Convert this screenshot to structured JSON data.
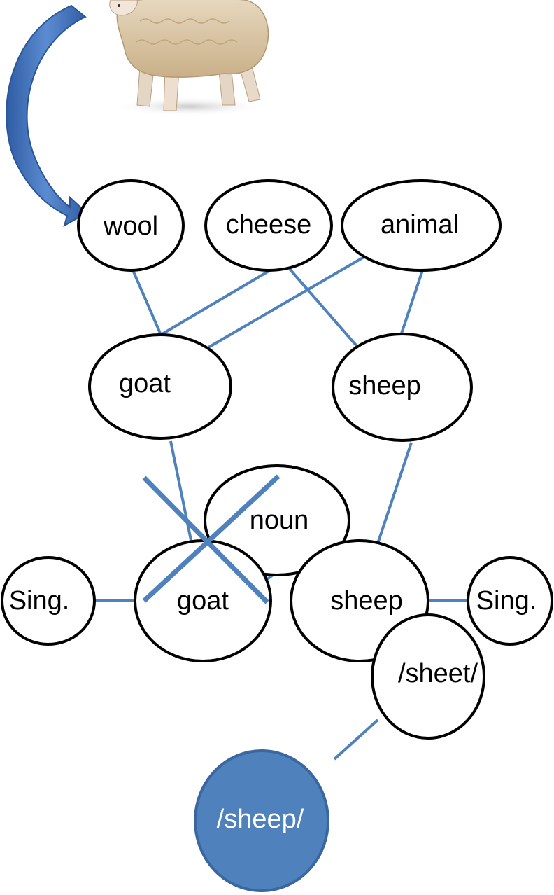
{
  "colors": {
    "accent": "#4f81bd",
    "node_stroke": "#000000",
    "filled_node": "#4f81bd",
    "filled_text": "#ffffff"
  },
  "picture": {
    "name": "sheep-photo"
  },
  "nodes": {
    "wool": "wool",
    "cheese": "cheese",
    "animal": "animal",
    "goat_concept": "goat",
    "sheep_concept": "sheep",
    "noun": "noun",
    "goat_word": "goat",
    "sheep_word": "sheep",
    "sing_left": "Sing.",
    "sing_right": "Sing.",
    "sheep_form": "/sheep/",
    "sheet_form": "/sheet/"
  },
  "states": {
    "goat_word_crossed_out": true,
    "sheep_form_highlighted": true
  },
  "icons": {
    "arrow": "curved-arrow-icon",
    "cross": "cross-out-icon"
  }
}
